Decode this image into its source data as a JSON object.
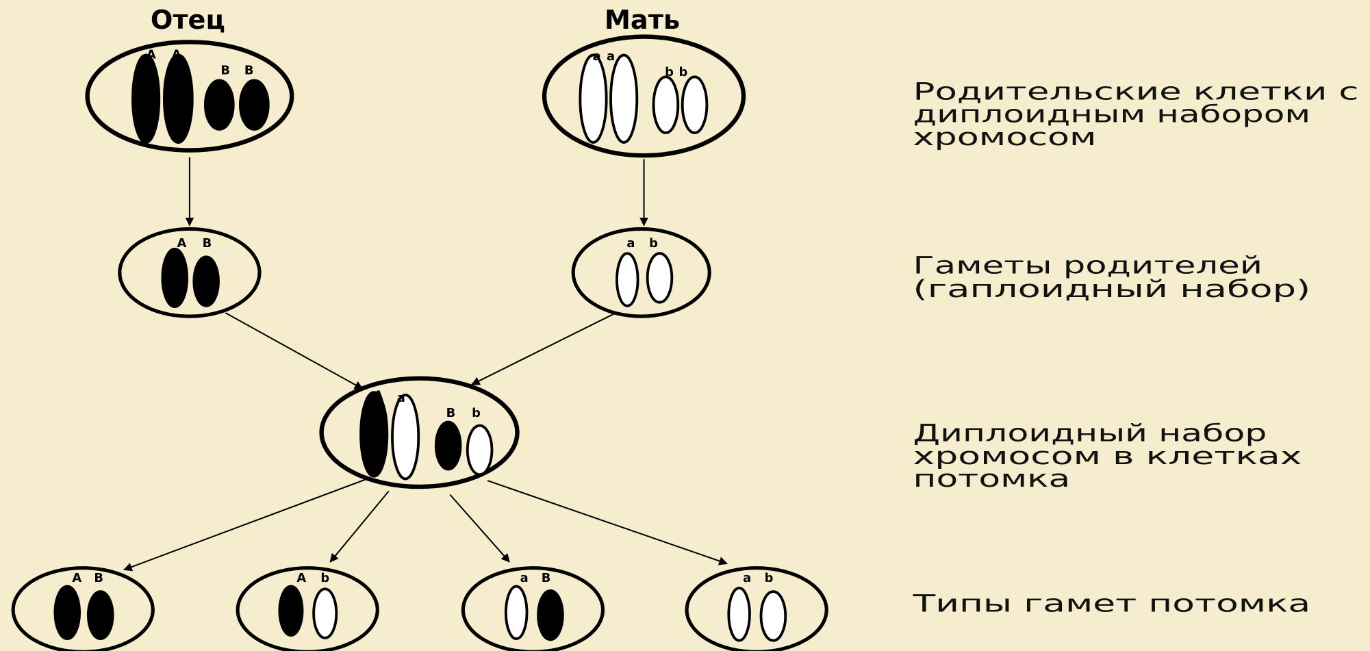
{
  "colors": {
    "background": "#f5edcd",
    "paternal_chromosome": "#000000",
    "maternal_chromosome": "#ffffff",
    "outline": "#000000"
  },
  "father": {
    "label": "Отец",
    "cell_alleles": [
      "A",
      "A",
      "B",
      "B"
    ],
    "gamete_alleles": [
      "A",
      "B"
    ]
  },
  "mother": {
    "label": "Мать",
    "cell_alleles": [
      "a",
      "a",
      "b",
      "b"
    ],
    "gamete_alleles": [
      "a",
      "b"
    ]
  },
  "offspring": {
    "cell_alleles": [
      "A",
      "a",
      "B",
      "b"
    ],
    "gametes": [
      [
        "A",
        "B"
      ],
      [
        "A",
        "b"
      ],
      [
        "a",
        "B"
      ],
      [
        "a",
        "b"
      ]
    ]
  },
  "captions": {
    "parent_cells": [
      "Родительские клетки с",
      "диплоидным набором",
      "хромосом"
    ],
    "parent_gametes": [
      "Гаметы родителей",
      "(гаплоидный набор)"
    ],
    "offspring_cells": [
      "Диплоидный набор",
      "хромосом в клетках",
      "потомка"
    ],
    "offspring_gametes": [
      "Типы гамет потомка"
    ]
  }
}
